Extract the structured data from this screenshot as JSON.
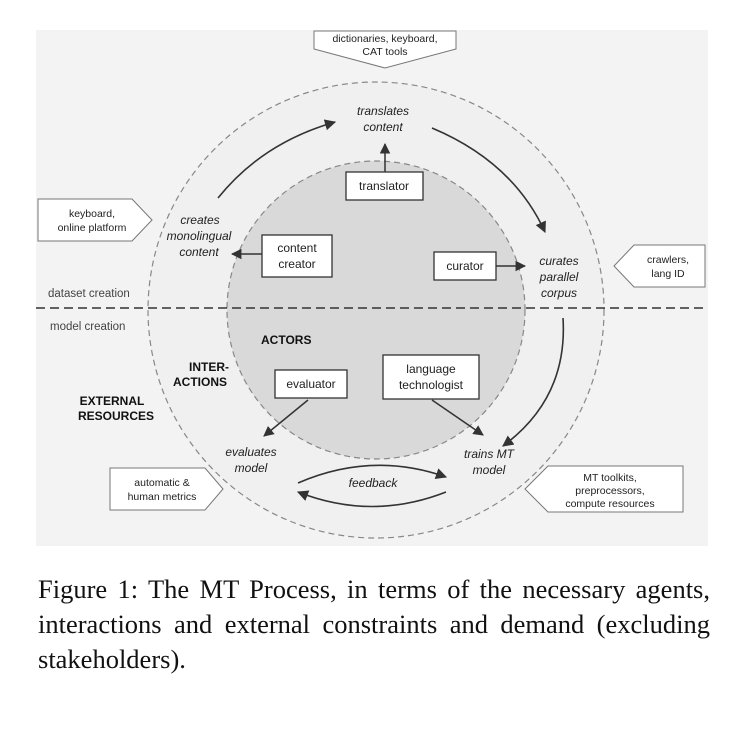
{
  "diagram": {
    "zones": {
      "dataset": "dataset creation",
      "model": "model creation"
    },
    "headings": {
      "actors": "ACTORS",
      "interactions_line1": "INTER-",
      "interactions_line2": "ACTIONS",
      "external_line1": "EXTERNAL",
      "external_line2": "RESOURCES"
    },
    "actors": {
      "translator": "translator",
      "content_creator_line1": "content",
      "content_creator_line2": "creator",
      "curator": "curator",
      "evaluator": "evaluator",
      "language_technologist_line1": "language",
      "language_technologist_line2": "technologist"
    },
    "interactions": {
      "translates_line1": "translates",
      "translates_line2": "content",
      "creates_line1": "creates",
      "creates_line2": "monolingual",
      "creates_line3": "content",
      "curates_line1": "curates",
      "curates_line2": "parallel",
      "curates_line3": "corpus",
      "evaluates_line1": "evaluates",
      "evaluates_line2": "model",
      "trains_line1": "trains MT",
      "trains_line2": "model",
      "feedback": "feedback"
    },
    "resources": {
      "top_line1": "dictionaries, keyboard,",
      "top_line2": "CAT tools",
      "left_line1": "keyboard,",
      "left_line2": "online platform",
      "right_line1": "crawlers,",
      "right_line2": "lang ID",
      "bottom_left_line1": "automatic &",
      "bottom_left_line2": "human metrics",
      "bottom_right_line1": "MT toolkits,",
      "bottom_right_line2": "preprocessors,",
      "bottom_right_line3": "compute resources"
    }
  },
  "caption": "Figure 1: The MT Process, in terms of the necessary agents, interactions and external constraints and demand (excluding stakeholders)."
}
